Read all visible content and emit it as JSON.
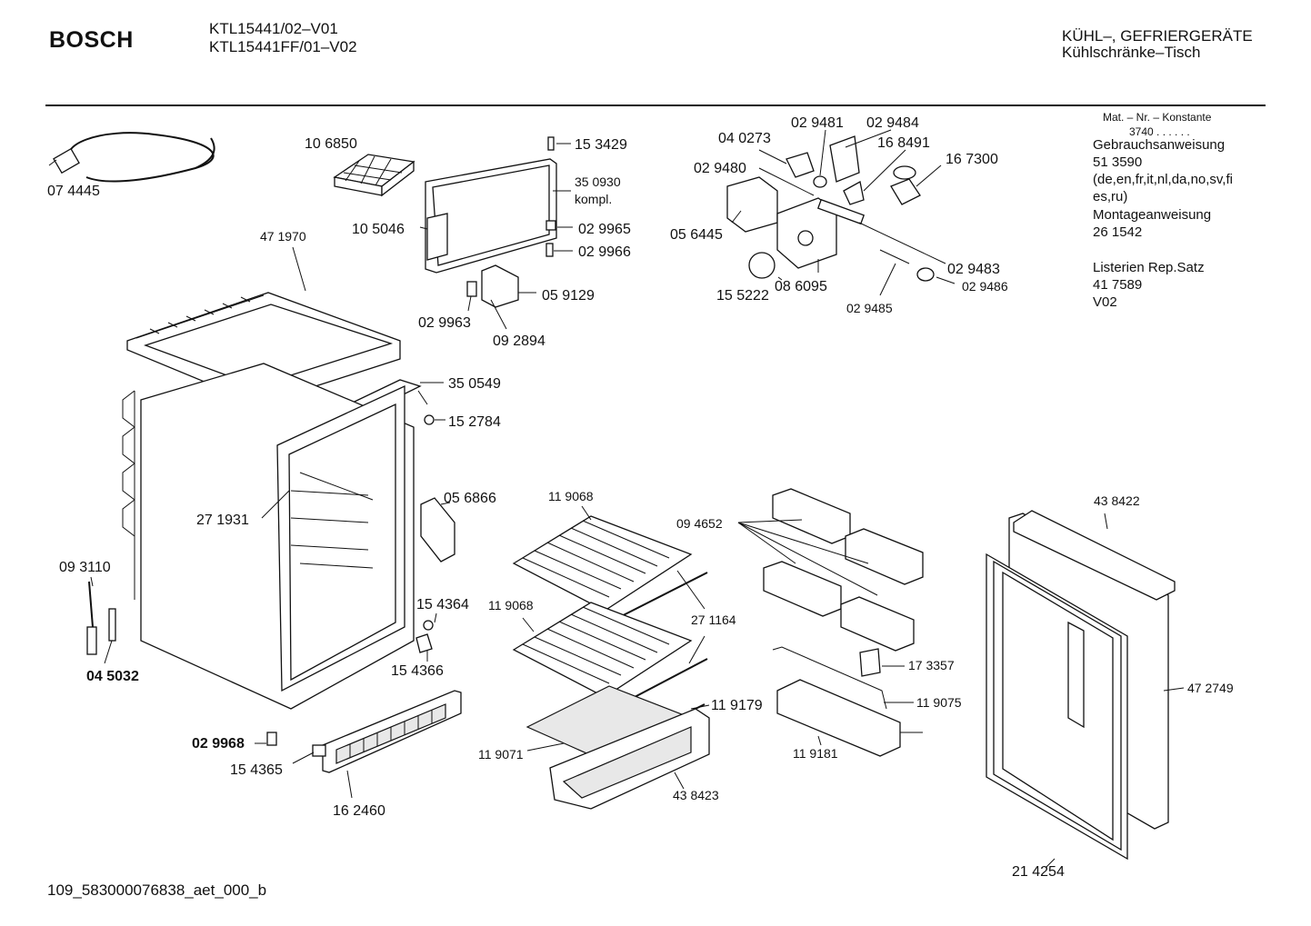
{
  "header": {
    "brand": "BOSCH",
    "model_line_1": "KTL15441/02–V01",
    "model_line_2": "KTL15441FF/01–V02",
    "category_line_1": "KÜHL–, GEFRIERGERÄTE",
    "category_line_2": "Kühlschränke–Tisch"
  },
  "info_panel": {
    "heading": "Mat. – Nr. – Konstante",
    "constant": "3740  .  .  .  .  .  .",
    "lines": [
      "Gebrauchsanweisung",
      "51 3590",
      "(de,en,fr,it,nl,da,no,sv,fi",
      "es,ru)",
      "Montageanweisung",
      "26 1542",
      "Listerien Rep.Satz",
      "41 7589",
      "V02"
    ]
  },
  "parts": {
    "p074445": "07 4445",
    "p106850": "10 6850",
    "p153429": "15 3429",
    "p350930": "35  0930",
    "p350930b": "kompl.",
    "p105046": "10 5046",
    "p029965": "02 9965",
    "p029966": "02 9966",
    "p059129": "05 9129",
    "p029963": "02 9963",
    "p092894": "09 2894",
    "p471970": "47 1970",
    "p350549": "35 0549",
    "p152784": "15 2784",
    "p271931": "27 1931",
    "p056866": "05 6866",
    "p093110": "09 3110",
    "p045032": "04 5032",
    "p154364": "15 4364",
    "p154366": "15 4366",
    "p029968": "02 9968",
    "p154365": "15 4365",
    "p162460": "16 2460",
    "p040273": "04 0273",
    "p029481": "02 9481",
    "p029484": "02 9484",
    "p168491": "16 8491",
    "p029480": "02 9480",
    "p167300": "16 7300",
    "p056445": "05 6445",
    "p029483": "02 9483",
    "p155222": "15 5222",
    "p086095": "08 6095",
    "p029486": "02 9486",
    "p029485": "02 9485",
    "p119068a": "11 9068",
    "p119068b": "11 9068",
    "p271164": "27 1164",
    "p119179": "11 9179",
    "p119071": "11 9071",
    "p438423": "43 8423",
    "p094652": "09 4652",
    "p173357": "17 3357",
    "p119075": "11   9075",
    "p119181": "11  9181",
    "p438422": "43 8422",
    "p472749": "47 2749",
    "p214254": "21 4254"
  },
  "footer": {
    "code": "109_583000076838_aet_000_b"
  }
}
